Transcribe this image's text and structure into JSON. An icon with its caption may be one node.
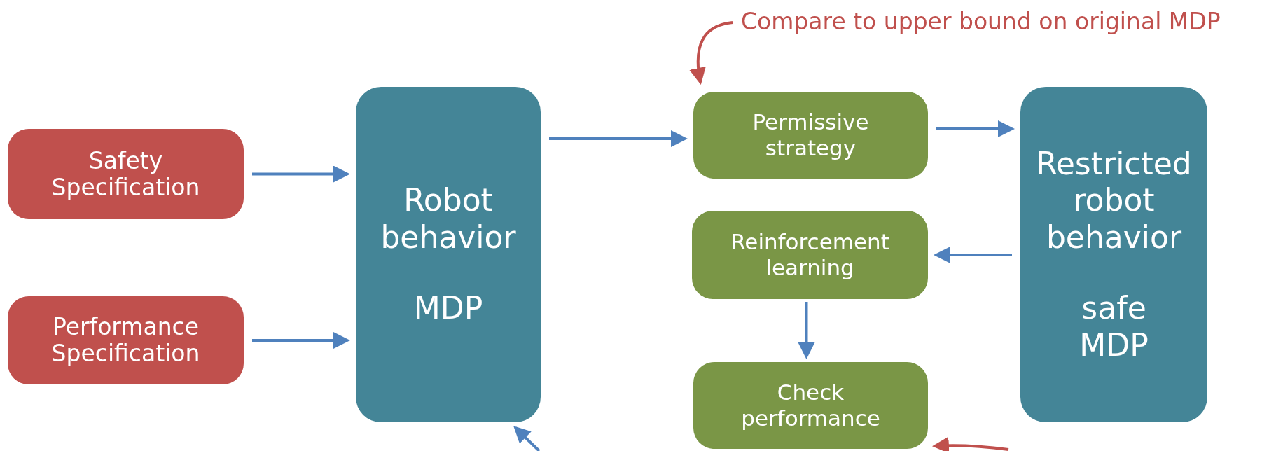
{
  "diagram": {
    "nodes": [
      {
        "text": [
          "Safety Specification"
        ]
      },
      {
        "text": [
          "Performance Specification"
        ]
      },
      {
        "text": [
          "Robot behavior",
          "MDP"
        ]
      },
      {
        "text": [
          "Permissive strategy"
        ]
      },
      {
        "text": [
          "Reinforcement learning"
        ]
      },
      {
        "text": [
          "Check performance"
        ]
      },
      {
        "text": [
          "Restricted robot behavior",
          "safe MDP"
        ]
      },
      {
        "text": [
          "Compare to upper bound on original MDP"
        ]
      }
    ],
    "edges": [
      {
        "from": 0,
        "to": 2,
        "arrow": "to"
      },
      {
        "from": 1,
        "to": 2,
        "arrow": "to"
      },
      {
        "from": 2,
        "to": 3,
        "arrow": "to"
      },
      {
        "from": 3,
        "to": 6,
        "arrow": "to"
      },
      {
        "from": 6,
        "to": 4,
        "arrow": "to"
      },
      {
        "from": 4,
        "to": 5,
        "arrow": "to"
      },
      {
        "from": 7,
        "to": 3,
        "arrow": "to",
        "color": "#c0504d"
      },
      {
        "from": null,
        "to": 2,
        "arrow": "to"
      },
      {
        "from": null,
        "to": 5,
        "arrow": "to",
        "color": "#c0504d"
      }
    ]
  }
}
